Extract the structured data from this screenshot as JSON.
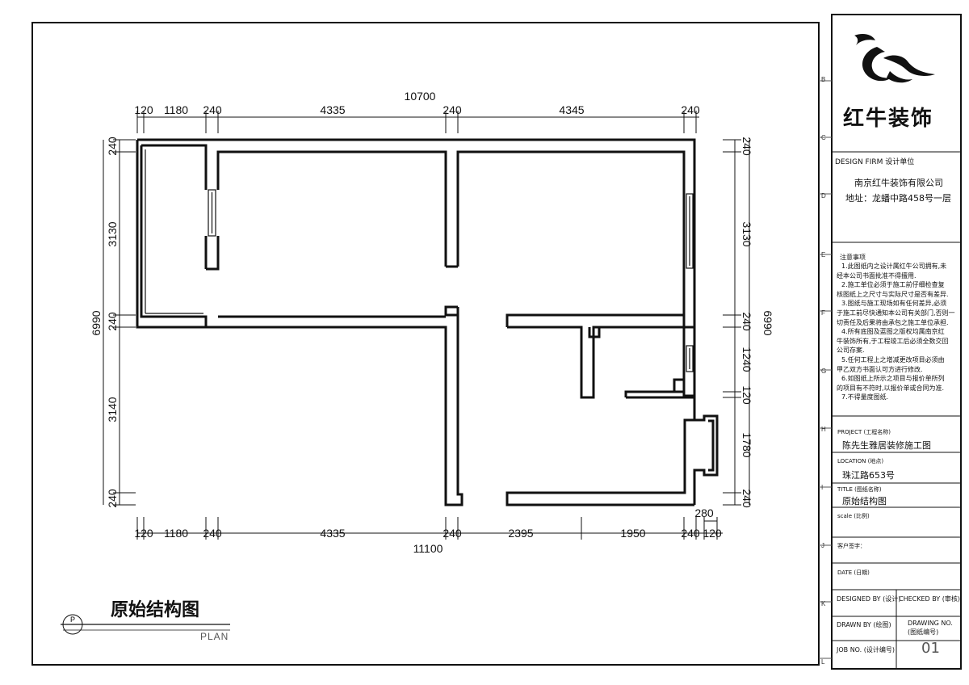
{
  "plan": {
    "title": "原始结构图",
    "sub": "PLAN",
    "symbol": "P",
    "dims_top": {
      "overall": "10700",
      "segments": [
        "120",
        "1180",
        "240",
        "4335",
        "240",
        "4345",
        "240"
      ]
    },
    "dims_bottom": {
      "overall": "11100",
      "segments": [
        "120",
        "1180",
        "240",
        "4335",
        "240",
        "2395",
        "1950",
        "240",
        "120"
      ],
      "extra": "280"
    },
    "dims_left": {
      "overall": "6990",
      "segments": [
        "240",
        "3130",
        "240",
        "3140",
        "240"
      ]
    },
    "dims_right": {
      "overall": "6990",
      "segments": [
        "240",
        "3130",
        "240",
        "1240",
        "120",
        "1780",
        "240"
      ]
    }
  },
  "grid_letters": [
    "B",
    "C",
    "D",
    "E",
    "F",
    "G",
    "H",
    "I",
    "J",
    "K",
    "L"
  ],
  "title_block": {
    "company": "红牛装饰",
    "design_firm_label": "DESIGN FIRM 设计单位",
    "firm_name": "南京红牛装饰有限公司",
    "firm_address": "地址：龙蟠中路458号一层",
    "notes_title": "注意事项",
    "notes": [
      "1.此图纸内之设计属红牛公司拥有,未",
      "经本公司书面批准不得擅用.",
      "2.施工单位必须于施工前仔细检查复",
      "核图纸上之尺寸与实际尺寸是否有差异.",
      "3.图纸与施工现场如有任何差异,必须",
      "于施工前尽快通知本公司有关部门,否则一",
      "切责任及后果将由承包之施工单位承担.",
      "4.所有底图及蓝图之版权均属南京红",
      "牛装饰所有,于工程竣工后必须全数交回",
      "公司存案.",
      "5.任何工程上之增减更改项目必须由",
      "甲乙双方书面认可方进行修改.",
      "6.如图纸上所示之项目与报价单所列",
      "的项目有不符时,以报价单或合同为准.",
      "7.不得量度图纸."
    ],
    "project_label": "PROJECT (工程名称)",
    "project_value": "陈先生雅居装修施工图",
    "location_label": "LOCATION (地点)",
    "location_value": "珠江路653号",
    "title_label": "TITLE (图纸名称)",
    "title_value": "原始结构图",
    "scale_label": "scale (比例)",
    "client_label": "客户签字：",
    "date_label": "DATE (日期)",
    "designed_by_label": "DESIGNED BY (设计)",
    "checked_by_label": "CHECKED BY (审核)",
    "drawn_by_label": "DRAWN BY (绘图)",
    "drawing_no_label": "DRAWING NO.",
    "drawing_no_sub": "(图纸编号)",
    "job_no_label": "JOB NO. (设计编号)",
    "drawing_no_value": "01"
  }
}
